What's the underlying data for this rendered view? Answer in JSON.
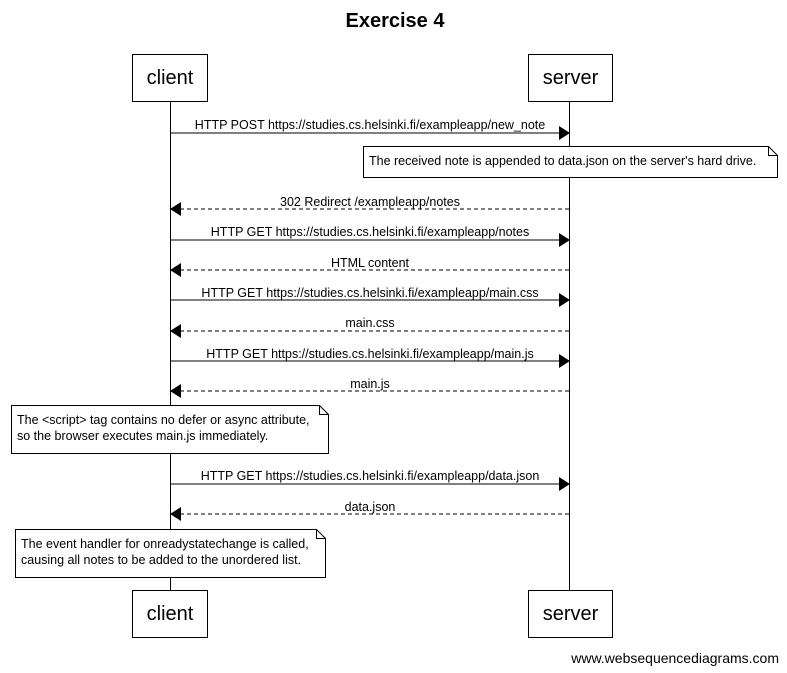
{
  "title": "Exercise 4",
  "participants": [
    "client",
    "server"
  ],
  "messages": [
    {
      "from": "client",
      "to": "server",
      "label": "HTTP POST https://studies.cs.helsinki.fi/exampleapp/new_note",
      "style": "solid"
    },
    {
      "from": "server",
      "to": "client",
      "label": "302 Redirect /exampleapp/notes",
      "style": "dashed"
    },
    {
      "from": "client",
      "to": "server",
      "label": "HTTP GET https://studies.cs.helsinki.fi/exampleapp/notes",
      "style": "solid"
    },
    {
      "from": "server",
      "to": "client",
      "label": "HTML content",
      "style": "dashed"
    },
    {
      "from": "client",
      "to": "server",
      "label": "HTTP GET https://studies.cs.helsinki.fi/exampleapp/main.css",
      "style": "solid"
    },
    {
      "from": "server",
      "to": "client",
      "label": "main.css",
      "style": "dashed"
    },
    {
      "from": "client",
      "to": "server",
      "label": "HTTP GET https://studies.cs.helsinki.fi/exampleapp/main.js",
      "style": "solid"
    },
    {
      "from": "server",
      "to": "client",
      "label": "main.js",
      "style": "dashed"
    },
    {
      "from": "client",
      "to": "server",
      "label": "HTTP GET https://studies.cs.helsinki.fi/exampleapp/data.json",
      "style": "solid"
    },
    {
      "from": "server",
      "to": "client",
      "label": "data.json",
      "style": "dashed"
    }
  ],
  "notes": [
    {
      "over": "server",
      "lines": [
        "The received note is appended to data.json on the server's hard drive."
      ]
    },
    {
      "over": "client",
      "lines": [
        "The <script> tag contains no defer or async attribute,",
        "so the browser executes main.js immediately."
      ]
    },
    {
      "over": "client",
      "lines": [
        "The event handler for onreadystatechange is called,",
        "causing all notes to be added to the unordered list."
      ]
    }
  ],
  "footer": "www.websequencediagrams.com"
}
